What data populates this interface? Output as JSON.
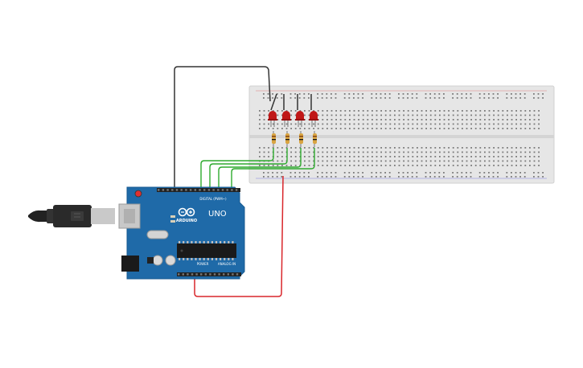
{
  "board": {
    "logo_text": "ARDUINO",
    "model_label": "UNO",
    "digital_label": "DIGITAL (PWM~)",
    "power_label": "POWER",
    "analog_label": "ANALOG IN"
  },
  "circuit": {
    "led_count": 4,
    "resistor_count": 4
  },
  "colors": {
    "board": "#1f6aa8",
    "breadboard": "#e6e6e6",
    "wire_black": "#333333",
    "wire_green": "#2eaa2e",
    "wire_red": "#d9262b",
    "led": "#c01818",
    "resistor": "#d9a441"
  }
}
